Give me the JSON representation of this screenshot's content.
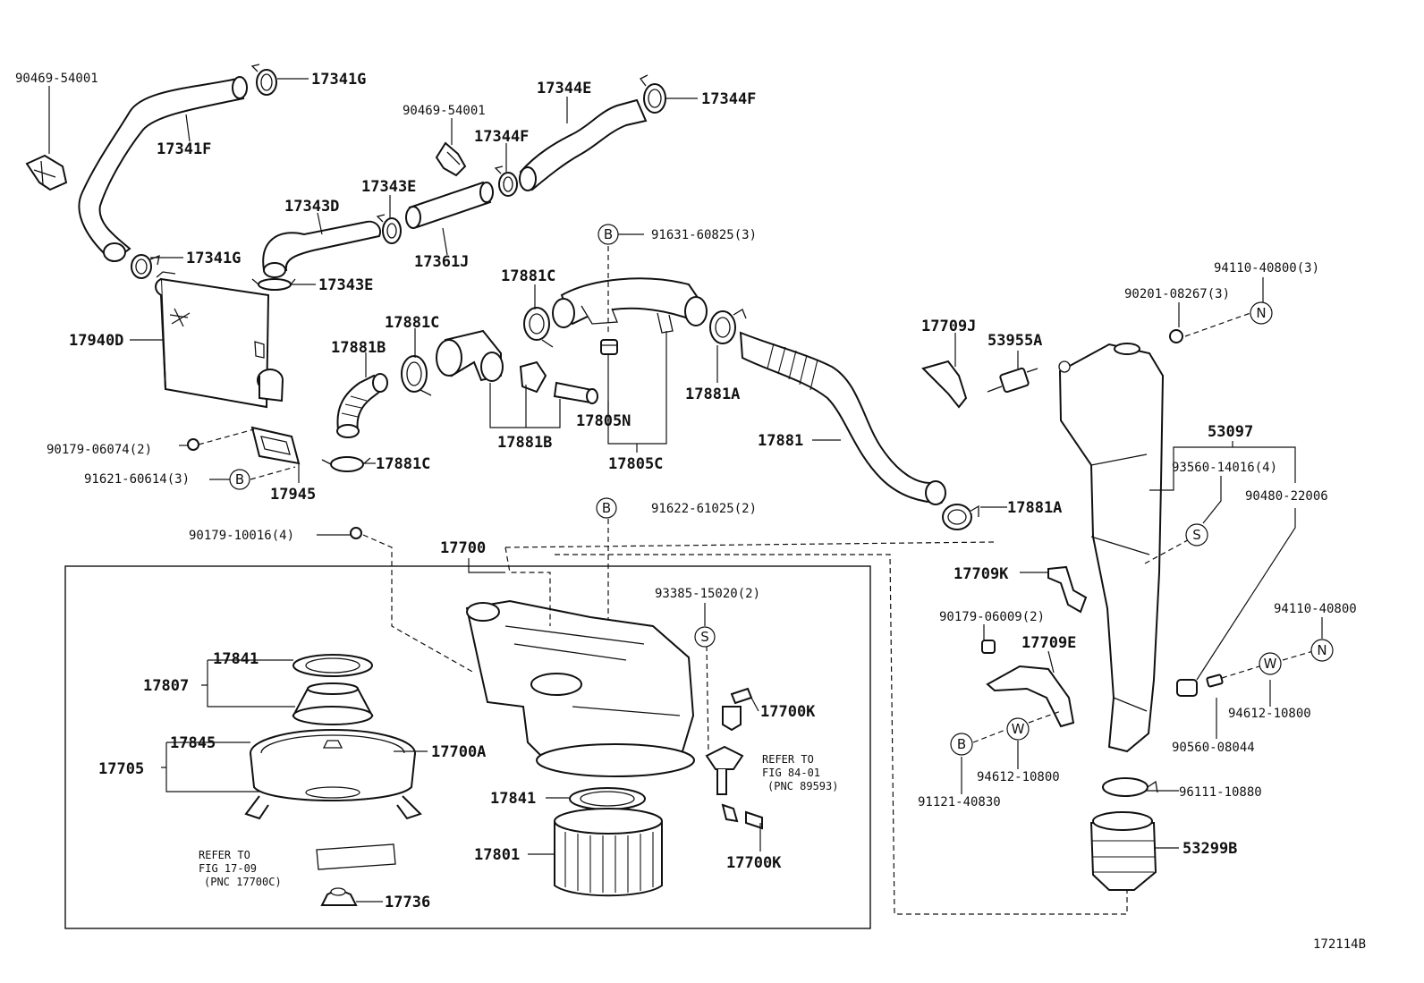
{
  "diagram_id": "172114B",
  "labels": {
    "p90469_54001_a": "90469-54001",
    "p17341G_a": "17341G",
    "p17341F": "17341F",
    "p17344E": "17344E",
    "p17344F_a": "17344F",
    "p90469_54001_b": "90469-54001",
    "p17344F_b": "17344F",
    "p17343E_a": "17343E",
    "p17343D": "17343D",
    "p17341G_b": "17341G",
    "p17343E_b": "17343E",
    "p17361J": "17361J",
    "p91631_60825": "91631-60825(3)",
    "p94110_40800_3": "94110-40800(3)",
    "p90201_08267": "90201-08267(3)",
    "p17940D": "17940D",
    "p17881C_a": "17881C",
    "p17881C_b": "17881C",
    "p17881B_a": "17881B",
    "p17709J": "17709J",
    "p53955A": "53955A",
    "p17881A_a": "17881A",
    "p17805N": "17805N",
    "p17881B_b": "17881B",
    "p17805C": "17805C",
    "p17881": "17881",
    "p53097": "53097",
    "p93560_14016": "93560-14016(4)",
    "p90480_22006": "90480-22006",
    "p90179_06074": "90179-06074(2)",
    "p91621_60614": "91621-60614(3)",
    "p17881C_c": "17881C",
    "p17945": "17945",
    "p91622_61025": "91622-61025(2)",
    "p17881A_b": "17881A",
    "p90179_10016": "90179-10016(4)",
    "p17700": "17700",
    "p17709K": "17709K",
    "p93385_15020": "93385-15020(2)",
    "p90179_06009": "90179-06009(2)",
    "p17709E": "17709E",
    "p94110_40800": "94110-40800",
    "p17841_a": "17841",
    "p17807": "17807",
    "p17700K_a": "17700K",
    "p94612_10800_a": "94612-10800",
    "p17845": "17845",
    "p17700A": "17700A",
    "p17705": "17705",
    "refer_fig84_l1": "REFER TO",
    "refer_fig84_l2": "FIG 84-01",
    "refer_fig84_l3": "(PNC 89593)",
    "p94612_10800_b": "94612-10800",
    "p90560_08044": "90560-08044",
    "p91121_40830": "91121-40830",
    "p17841_b": "17841",
    "p96111_10880": "96111-10880",
    "p17801": "17801",
    "p53299B": "53299B",
    "p17700K_b": "17700K",
    "refer_fig17_l1": "REFER TO",
    "refer_fig17_l2": "FIG 17-09",
    "refer_fig17_l3": "(PNC 17700C)",
    "p17736": "17736"
  },
  "symbols": {
    "b": "B",
    "n": "N",
    "s": "S",
    "w": "W"
  }
}
